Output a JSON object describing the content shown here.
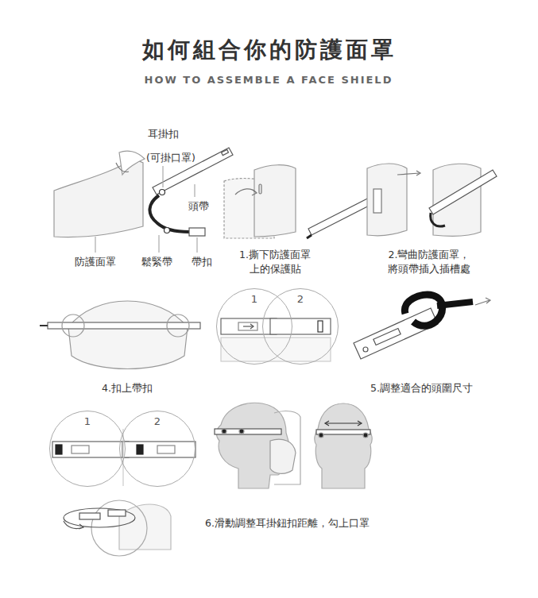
{
  "diagram": {
    "title": "如何組合你的防護面罩",
    "nodes": [
      {
        "text": [
          "1"
        ]
      },
      {
        "text": [
          "2"
        ]
      },
      {
        "text": [
          "1"
        ]
      },
      {
        "text": [
          "2"
        ]
      }
    ],
    "labels": [
      "HOW TO ASSEMBLE A FACE SHIELD",
      "耳掛扣",
      "(可掛口罩)",
      "頭帶",
      "防護面罩",
      "鬆緊帶",
      "帶扣",
      "1.撕下防護面罩 上的保護貼",
      "2.彎曲防護面罩， 將頭帶插入插槽處",
      "4.扣上帶扣",
      "5.調整適合的頭圍尺寸",
      "6.滑動調整耳掛鈕扣距離，勾上口罩"
    ]
  }
}
